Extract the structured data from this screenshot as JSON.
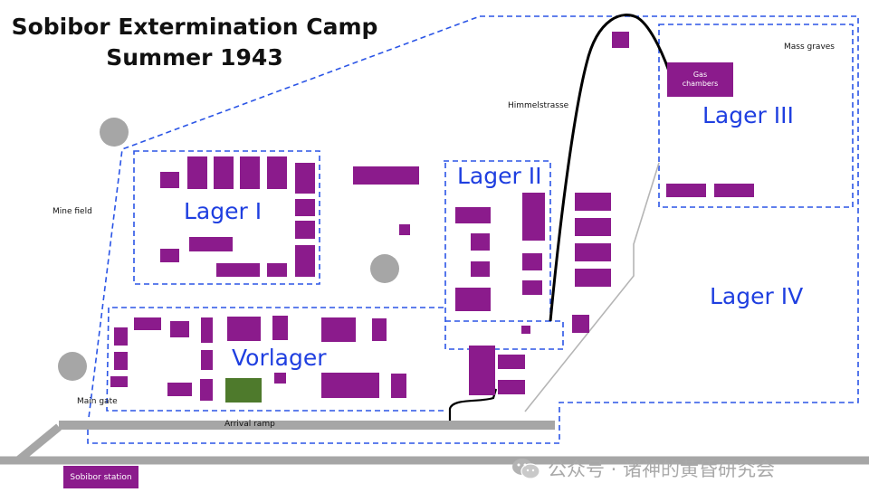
{
  "title": {
    "line1": "Sobibor Extermination Camp",
    "line2": "Summer 1943"
  },
  "zones": {
    "lager1": "Lager I",
    "lager2": "Lager II",
    "lager3": "Lager III",
    "lager4": "Lager IV",
    "vorlager": "Vorlager"
  },
  "labels": {
    "mine_field": "Mine field",
    "main_gate": "Main gate",
    "arrival_ramp": "Arrival ramp",
    "himmelstrasse": "Himmelstrasse",
    "mass_graves": "Mass graves",
    "gas_chambers_line1": "Gas",
    "gas_chambers_line2": "chambers",
    "sobibor_station": "Sobibor station"
  },
  "watermark": {
    "text": "公众号 · 诸神的黄昏研究会",
    "icon": "wechat-icon"
  },
  "colors": {
    "building": "#8b1b8c",
    "building_green": "#4e7a2c",
    "boundary": "#2b55e6",
    "zone_label": "#1f3fe0",
    "rail": "#a6a6a6",
    "tower": "#a6a6a6"
  }
}
